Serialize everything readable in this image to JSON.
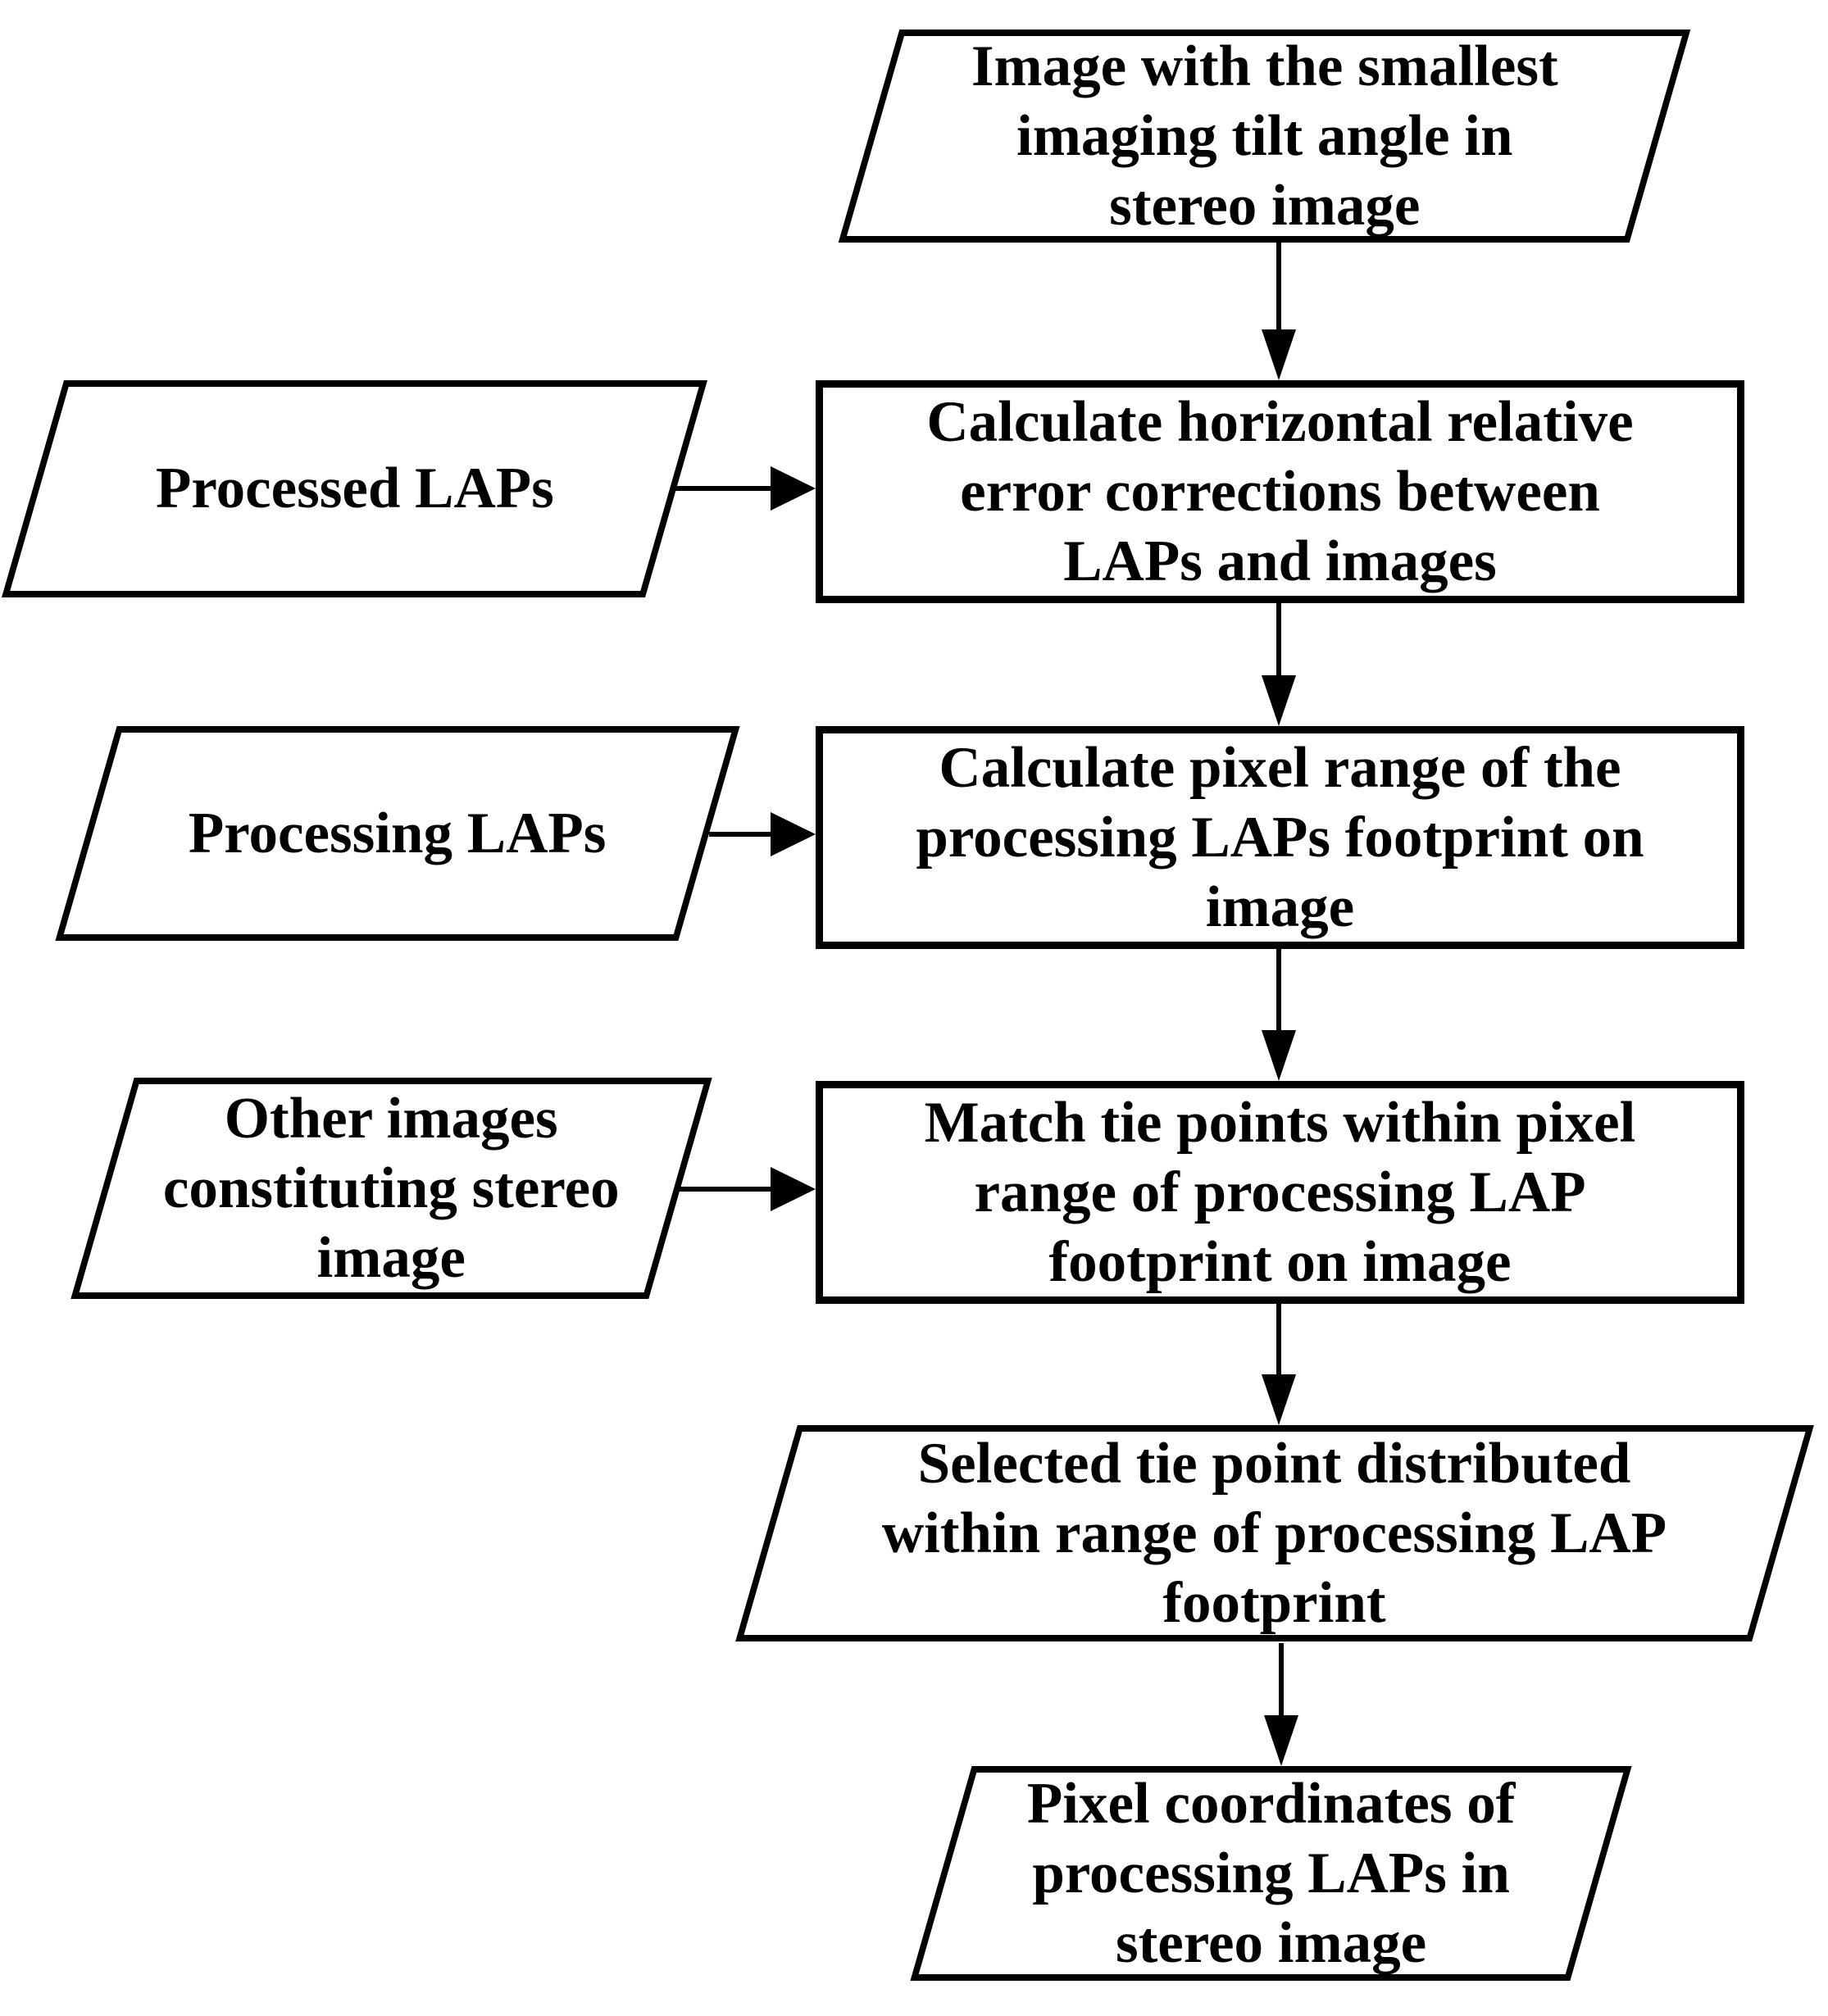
{
  "diagram": {
    "type": "flowchart",
    "background_color": "#ffffff",
    "ink_color": "#000000",
    "nodes": {
      "input_image_smallest_tilt": {
        "shape": "parallelogram",
        "text": "Image with the smallest\nimaging tilt angle in\nstereo image"
      },
      "input_processed_laps": {
        "shape": "parallelogram",
        "text": "Processed LAPs"
      },
      "process_calc_horizontal_error": {
        "shape": "rectangle",
        "text": "Calculate horizontal relative\nerror corrections between\nLAPs and images"
      },
      "input_processing_laps": {
        "shape": "parallelogram",
        "text": "Processing LAPs"
      },
      "process_calc_pixel_range": {
        "shape": "rectangle",
        "text": "Calculate pixel range of the\nprocessing LAPs footprint on\nimage"
      },
      "input_other_images": {
        "shape": "parallelogram",
        "text": "Other images\nconstituting stereo\nimage"
      },
      "process_match_tie_points": {
        "shape": "rectangle",
        "text": "Match tie points within pixel\nrange of processing LAP\nfootprint on image"
      },
      "output_selected_tie_point": {
        "shape": "parallelogram",
        "text": "Selected tie point distributed\nwithin range of processing LAP\nfootprint"
      },
      "output_pixel_coordinates": {
        "shape": "parallelogram",
        "text": "Pixel coordinates of\nprocessing LAPs in\nstereo image"
      }
    },
    "connections": [
      {
        "from": "input_image_smallest_tilt",
        "to": "process_calc_horizontal_error"
      },
      {
        "from": "input_processed_laps",
        "to": "process_calc_horizontal_error"
      },
      {
        "from": "process_calc_horizontal_error",
        "to": "process_calc_pixel_range"
      },
      {
        "from": "input_processing_laps",
        "to": "process_calc_pixel_range"
      },
      {
        "from": "process_calc_pixel_range",
        "to": "process_match_tie_points"
      },
      {
        "from": "input_other_images",
        "to": "process_match_tie_points"
      },
      {
        "from": "process_match_tie_points",
        "to": "output_selected_tie_point"
      },
      {
        "from": "output_selected_tie_point",
        "to": "output_pixel_coordinates"
      }
    ]
  }
}
